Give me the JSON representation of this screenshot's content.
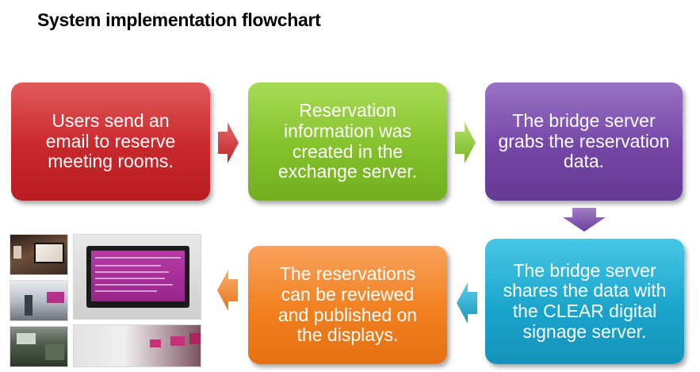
{
  "title": "System implementation flowchart",
  "steps": [
    {
      "id": 1,
      "text": "Users send an email to reserve meeting rooms.",
      "color": "#c8282c"
    },
    {
      "id": 2,
      "text": "Reservation information was created in the exchange server.",
      "color": "#84c12c"
    },
    {
      "id": 3,
      "text": "The bridge server grabs the reservation data.",
      "color": "#7446a6"
    },
    {
      "id": 4,
      "text": "The bridge server shares the data with the CLEAR digital signage server.",
      "color": "#1aa5cc"
    },
    {
      "id": 5,
      "text": "The reservations can be reviewed and published on the displays.",
      "color": "#f1801f"
    }
  ],
  "arrows": [
    {
      "from": 1,
      "to": 2,
      "direction": "right",
      "color": "#c8282c"
    },
    {
      "from": 2,
      "to": 3,
      "direction": "right",
      "color": "#84c12c"
    },
    {
      "from": 3,
      "to": 4,
      "direction": "down",
      "color": "#7446a6"
    },
    {
      "from": 4,
      "to": 5,
      "direction": "left",
      "color": "#1aa5cc"
    },
    {
      "from": 5,
      "to": "photos",
      "direction": "left",
      "color": "#f1801f"
    }
  ],
  "photos": [
    "display-photo",
    "lobby-photo",
    "office-photo",
    "signage-screen-photo",
    "wall-display-photo"
  ]
}
